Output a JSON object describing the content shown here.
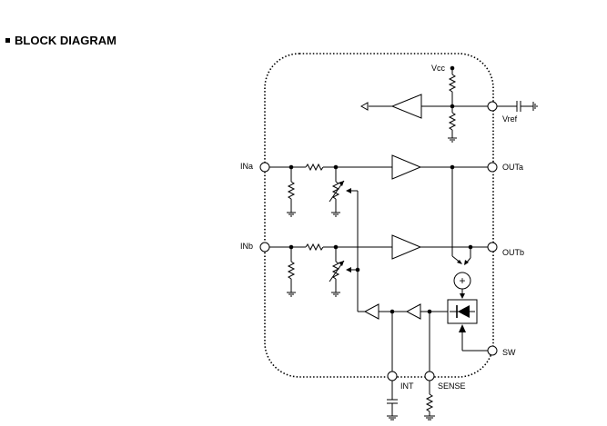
{
  "heading": "BLOCK DIAGRAM",
  "pins": {
    "vcc": "Vcc",
    "vref": "Vref",
    "ina": "INa",
    "inb": "INb",
    "outa": "OUTa",
    "outb": "OUTb",
    "sw": "SW",
    "int": "INT",
    "sense": "SENSE"
  },
  "adder_symbol": "+"
}
